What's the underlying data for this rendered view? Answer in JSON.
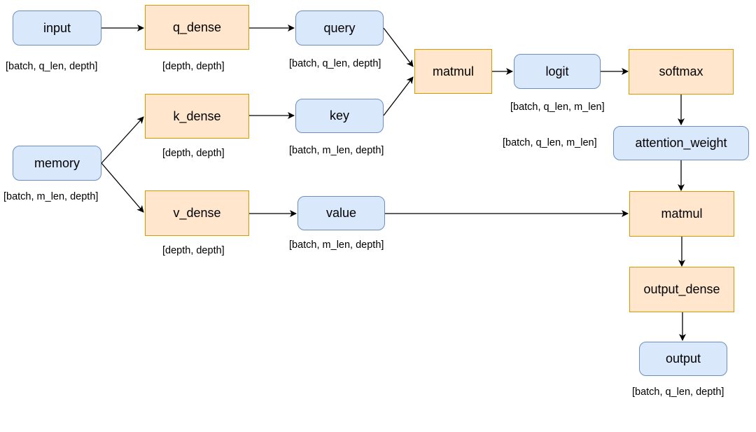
{
  "nodes": {
    "input": "input",
    "q_dense": "q_dense",
    "query": "query",
    "memory": "memory",
    "k_dense": "k_dense",
    "key": "key",
    "v_dense": "v_dense",
    "value": "value",
    "matmul_1": "matmul",
    "logit": "logit",
    "softmax": "softmax",
    "attention_weight": "attention_weight",
    "matmul_2": "matmul",
    "output_dense": "output_dense",
    "output": "output"
  },
  "shapes": {
    "input": "[batch, q_len, depth]",
    "q_dense": "[depth, depth]",
    "query": "[batch, q_len, depth]",
    "memory": "[batch, m_len, depth]",
    "k_dense": "[depth, depth]",
    "key": "[batch, m_len, depth]",
    "v_dense": "[depth, depth]",
    "value": "[batch, m_len, depth]",
    "logit": "[batch, q_len, m_len]",
    "attention_weight": "[batch, q_len, m_len]",
    "output": "[batch, q_len, depth]"
  },
  "colors": {
    "tensor_fill": "#dae8fc",
    "tensor_stroke": "#6c8ebf",
    "op_fill": "#ffe6cc",
    "op_stroke": "#d79b00",
    "edge": "#000000"
  }
}
